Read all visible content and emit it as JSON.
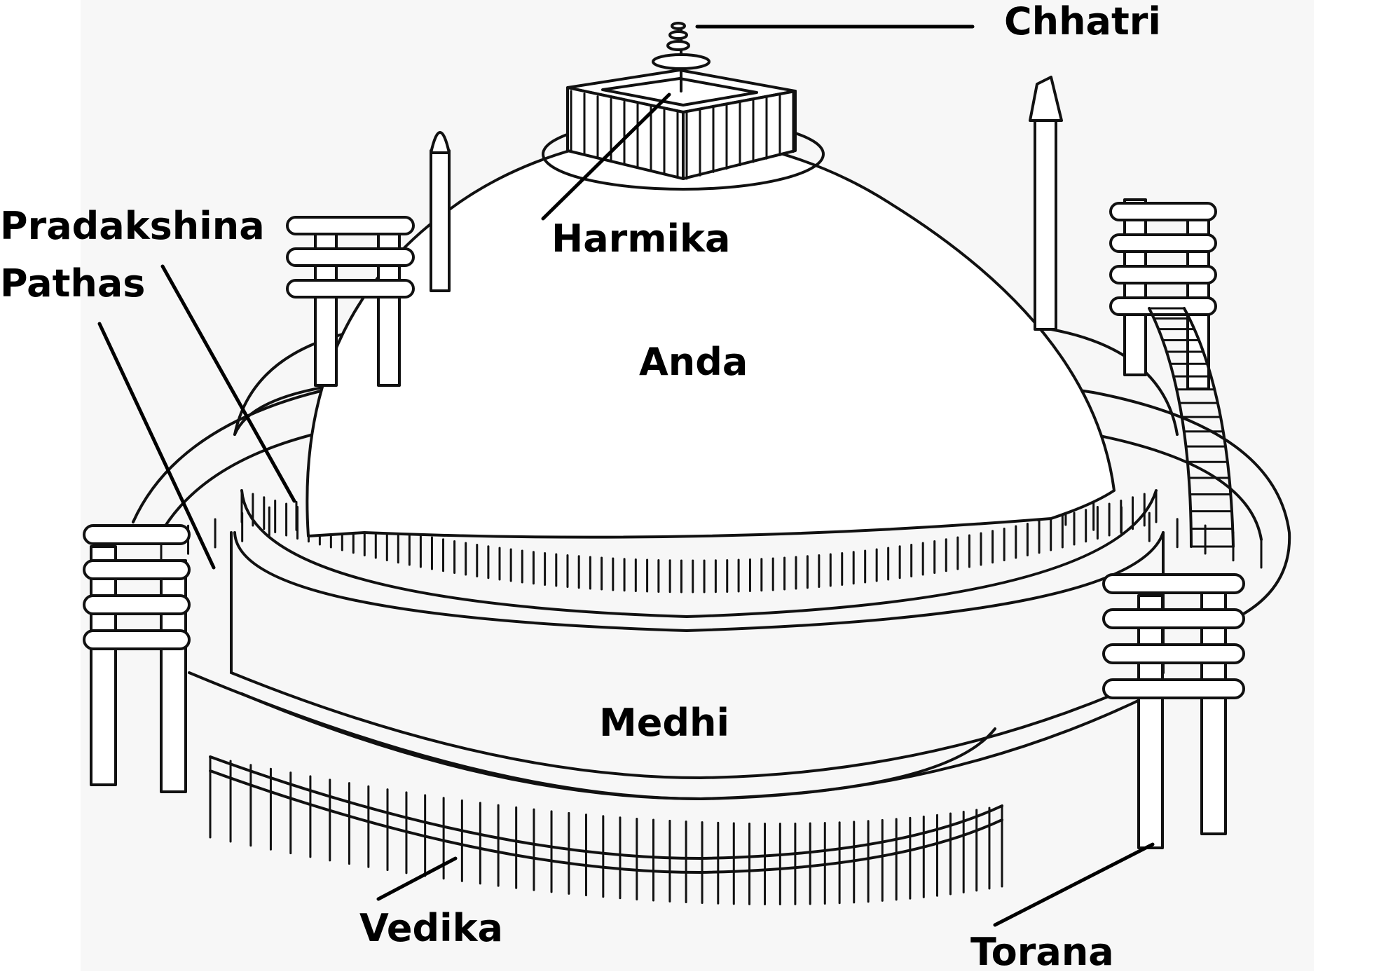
{
  "labels": {
    "chhatri": "Chhatri",
    "harmika": "Harmika",
    "pradakshina_line1": "Pradakshina",
    "pradakshina_line2": "Pathas",
    "anda": "Anda",
    "medhi": "Medhi",
    "vedika": "Vedika",
    "torana": "Torana"
  },
  "colors": {
    "ink": "#111111",
    "background": "#ffffff",
    "panel": "#f6f6f6"
  }
}
